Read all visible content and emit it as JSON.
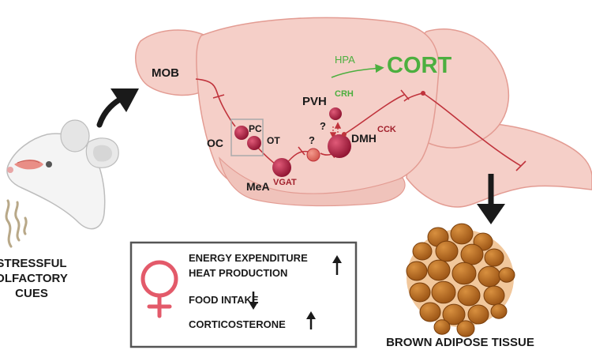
{
  "colors": {
    "brain_fill": "#f5cfc8",
    "brain_stroke": "#e39c93",
    "neuron_dark": "#a6183a",
    "neuron_light": "#e57368",
    "pathway": "#c0333c",
    "hpa_green": "#4caf3f",
    "fat": "#b86a1f",
    "female_symbol": "#e35a6a"
  },
  "labels": {
    "mob": "MOB",
    "oc": "OC",
    "pc": "PC",
    "ot": "OT",
    "mea": "MeA",
    "vgat": "VGAT",
    "pvh": "PVH",
    "crh": "CRH",
    "dmh": "DMH",
    "cck": "CCK",
    "hpa": "HPA",
    "cort": "CORT",
    "question_1": "?",
    "question_2": "?"
  },
  "cues_label": [
    "STRESSFUL",
    "OLFACTORY",
    "CUES"
  ],
  "effects": [
    {
      "text": "ENERGY EXPENDITURE",
      "arrow": "up"
    },
    {
      "text": "HEAT PRODUCTION",
      "arrow": ""
    },
    {
      "text": "FOOD INTAKE",
      "arrow": "down"
    },
    {
      "text": "CORTICOSTERONE",
      "arrow": "up"
    }
  ],
  "bat_label": "BROWN ADIPOSE TISSUE",
  "icons": {
    "mouse": "mouse-head-icon",
    "odor": "odor-waves-icon",
    "female": "female-symbol-icon"
  }
}
